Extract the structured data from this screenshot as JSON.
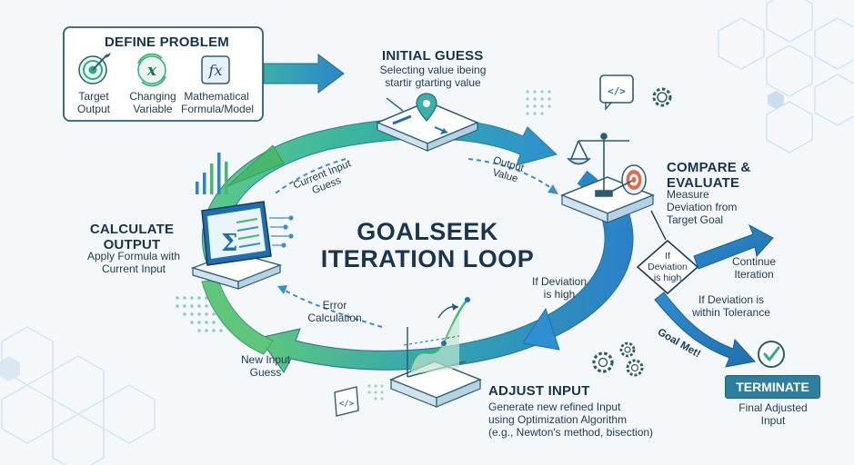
{
  "define_problem": {
    "title": "DEFINE PROBLEM",
    "items": [
      {
        "label": "Target Output",
        "icon": "target-icon"
      },
      {
        "label": "Changing Variable",
        "icon": "variable-x-icon"
      },
      {
        "label": "Mathematical Formula/Model",
        "icon": "formula-fx-icon"
      }
    ]
  },
  "initial_guess": {
    "title": "INITIAL GUESS",
    "desc": "Selecting value ibeing startir gtarting value"
  },
  "compare": {
    "title": "COMPARE & EVALUATE",
    "desc": "Measure Deviation from Target Goal"
  },
  "calculate": {
    "title": "CALCULATE OUTPUT",
    "desc": "Apply Formula with Current Input"
  },
  "adjust": {
    "title": "ADJUST INPUT",
    "desc_lines": [
      "Generate new refined Input",
      "using Optimization Algorithm",
      "(e.g., Newton's method, bisection)"
    ]
  },
  "center_title": {
    "line1": "GOALSEEK",
    "line2": "ITERATION LOOP"
  },
  "loop_labels": {
    "current_input": "Current Input Guess",
    "output_value": "Output Value",
    "if_high": "If Deviation is high",
    "error_calc": "Error Calculation",
    "new_input": "New Input Guess"
  },
  "decision": {
    "diamond": "If Deviation is high",
    "continue": "Continue Iteration",
    "within": "If Deviation is within Tolerance",
    "goal_met": "Goal Met!"
  },
  "terminate": {
    "label": "TERMINATE",
    "desc": "Final Adjusted Input"
  },
  "colors": {
    "teal": "#2fa9a0",
    "blue": "#2b86c8",
    "green": "#47b86e",
    "dark": "#1a3550"
  }
}
